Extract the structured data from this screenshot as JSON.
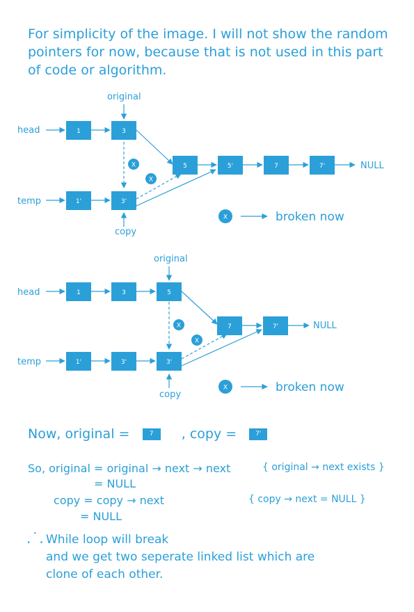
{
  "intro_text": "For simplicity of the image. I will not show the random pointers for now, because that is not used in this part of code or algorithm.",
  "diagram1": {
    "original_label": "original",
    "copy_label": "copy",
    "head_label": "head",
    "temp_label": "temp",
    "null_label": "NULL",
    "nodes": [
      "1",
      "3",
      "5",
      "5'",
      "7",
      "7'",
      "1'",
      "3'"
    ],
    "x_marks": [
      "X",
      "X"
    ],
    "legend_x": "X",
    "legend_text": "broken now"
  },
  "diagram2": {
    "original_label": "original",
    "copy_label": "copy",
    "head_label": "head",
    "temp_label": "temp",
    "null_label": "NULL",
    "nodes": [
      "1",
      "3",
      "5",
      "7",
      "7'",
      "1'",
      "3'",
      "3'"
    ],
    "x_marks": [
      "X",
      "X"
    ],
    "legend_x": "X",
    "legend_text": "broken now"
  },
  "now_line": {
    "prefix": "Now,  original  =",
    "original_value": "7",
    "middle": ",  copy  =",
    "copy_value": "7'"
  },
  "explanation": {
    "line1": "So,  original  = original → next → next",
    "line1_note": "{ original → next exists }",
    "line2": "= NULL",
    "line3": "copy  = copy → next",
    "line3_note": "{ copy → next = NULL }",
    "line4": "= NULL"
  },
  "conclusion": {
    "therefore_symbol": ".˙.",
    "line1": "While loop will break",
    "line2": "and we get two seperate linked list which are",
    "line3": "clone of each other."
  },
  "colors": {
    "accent": "#2b9fd8",
    "background": "#ffffff"
  }
}
